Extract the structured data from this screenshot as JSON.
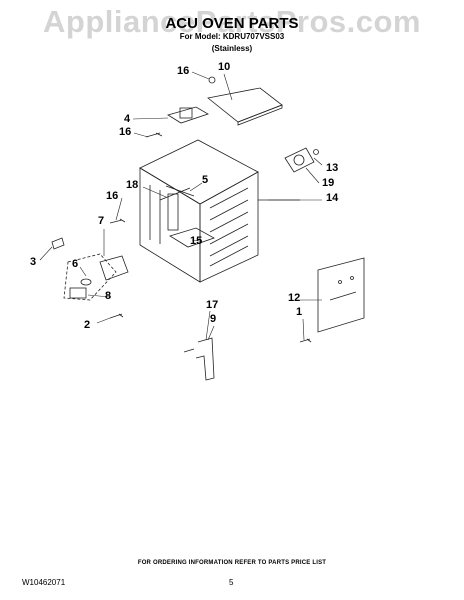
{
  "watermark": "AppliancePartsPros.com",
  "header": {
    "title": "ACU OVEN PARTS",
    "model_line": "For Model: KDRU707VSS03",
    "finish": "(Stainless)"
  },
  "callouts": [
    "16",
    "10",
    "4",
    "16",
    "13",
    "19",
    "14",
    "18",
    "5",
    "16",
    "7",
    "15",
    "3",
    "6",
    "8",
    "2",
    "17",
    "9",
    "12",
    "1"
  ],
  "footer": {
    "ordering_note": "FOR ORDERING INFORMATION REFER TO PARTS PRICE LIST",
    "doc_number": "W10462071",
    "page": "5"
  }
}
